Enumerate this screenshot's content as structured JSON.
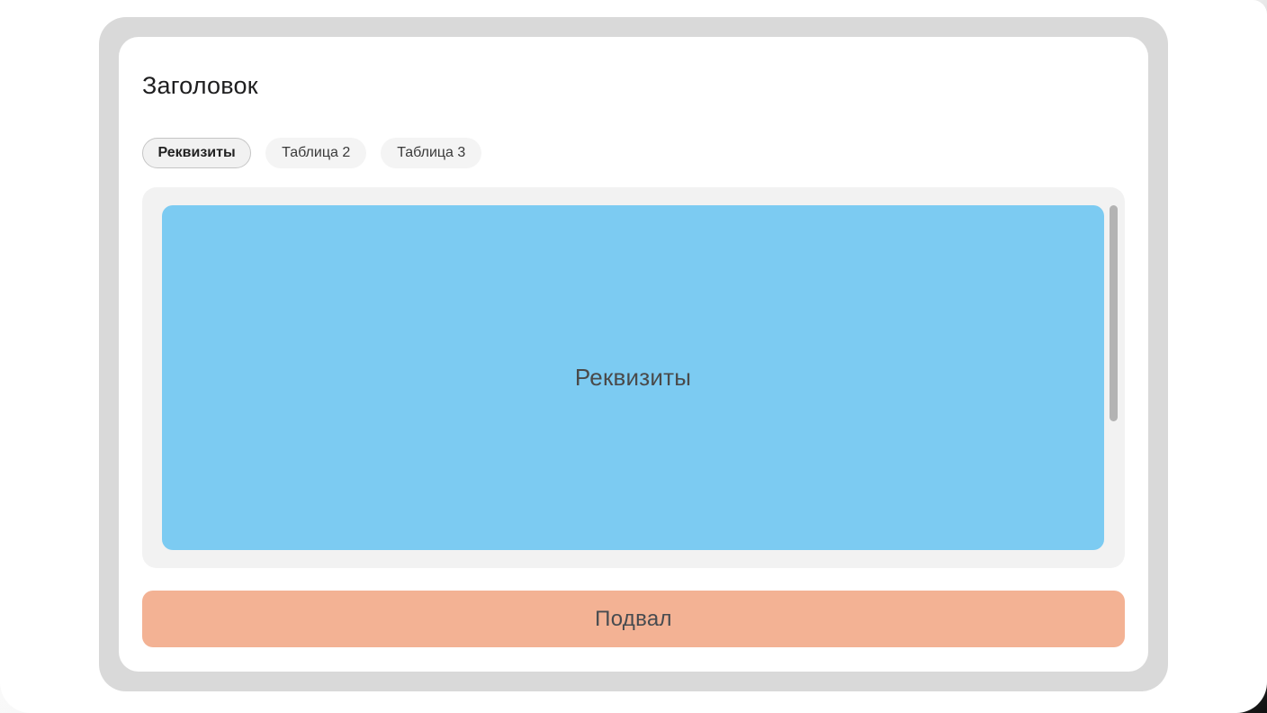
{
  "window": {
    "title": "Заголовок"
  },
  "tabs": {
    "items": [
      {
        "label": "Реквизиты",
        "active": true
      },
      {
        "label": "Таблица 2",
        "active": false
      },
      {
        "label": "Таблица 3",
        "active": false
      }
    ]
  },
  "content": {
    "placeholder_label": "Реквизиты"
  },
  "footer": {
    "label": "Подвал"
  },
  "colors": {
    "frame_gray": "#d9d9d9",
    "panel_gray": "#f2f2f2",
    "placeholder_blue": "#7ccbf2",
    "footer_salmon": "#f3b294",
    "scrollbar_gray": "#b3b3b3",
    "active_tab_border": "#c5c5c5"
  }
}
